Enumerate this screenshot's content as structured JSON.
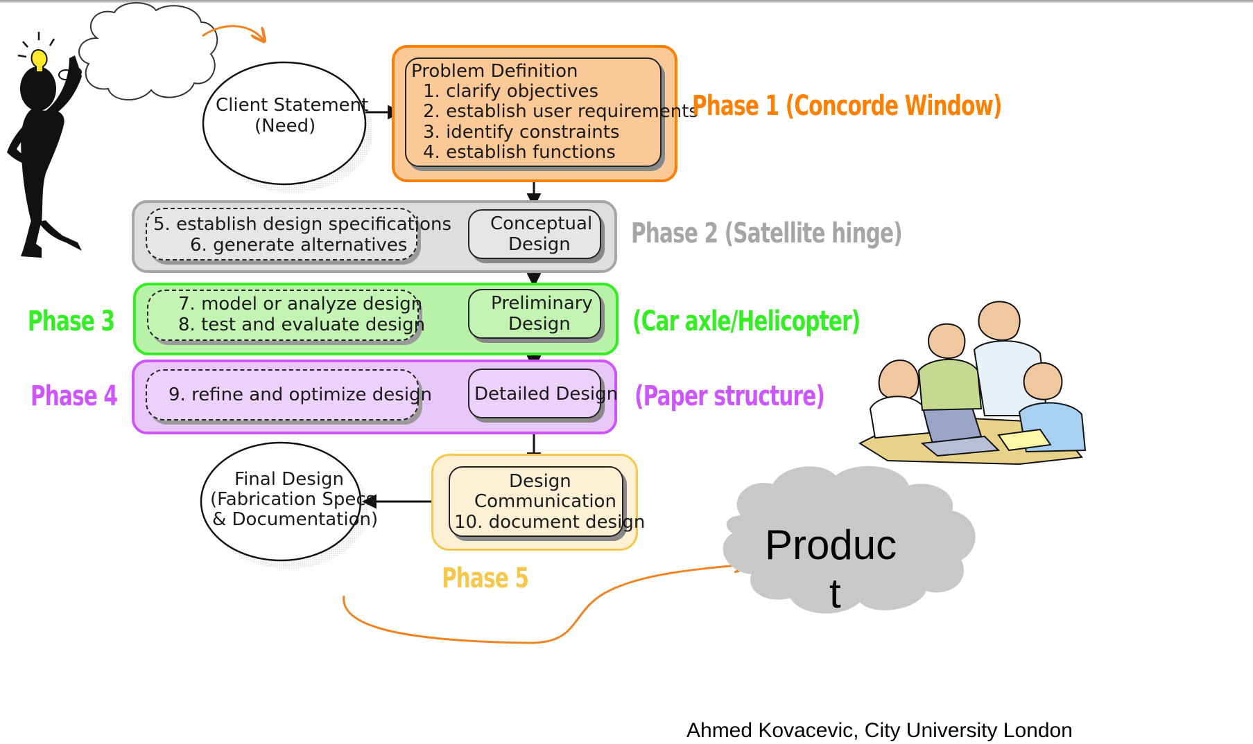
{
  "client": {
    "line1": "Client Statement",
    "line2": "(Need)"
  },
  "problem": {
    "title": "Problem Definition",
    "items": [
      "1. clarify objectives",
      "2. establish user requirements",
      "3. identify constraints",
      "4. establish functions"
    ]
  },
  "conceptual": {
    "tasks": [
      "5. establish design specifications",
      "6. generate alternatives"
    ],
    "line1": "Conceptual",
    "line2": "Design"
  },
  "preliminary": {
    "tasks": [
      "7. model or analyze design",
      "8. test and evaluate design"
    ],
    "line1": "Preliminary",
    "line2": "Design"
  },
  "detailed": {
    "task": "9. refine and optimize design",
    "label": "Detailed Design"
  },
  "communication": {
    "line1": "Design",
    "line2": "Communication",
    "line3": "10. document design"
  },
  "final": {
    "line1": "Final Design",
    "line2": "(Fabrication Specs",
    "line3": "& Documentation)"
  },
  "phases": {
    "p1": "Phase 1  (Concorde Window)",
    "p2": "Phase 2 (Satellite hinge)",
    "p3": "Phase 3",
    "p3_right": "(Car axle/Helicopter)",
    "p4": "Phase 4",
    "p4_right": "(Paper structure)",
    "p5": "Phase 5"
  },
  "product": {
    "line1": "Produc",
    "line2": "t"
  },
  "footer": "Ahmed Kovacevic, City University London",
  "colors": {
    "orange": "#ff7f00",
    "gray": "#a6a6a6",
    "green": "#33ee22",
    "purple": "#cc55ff",
    "yellow": "#f5c84c",
    "arrow": "#f28322"
  }
}
